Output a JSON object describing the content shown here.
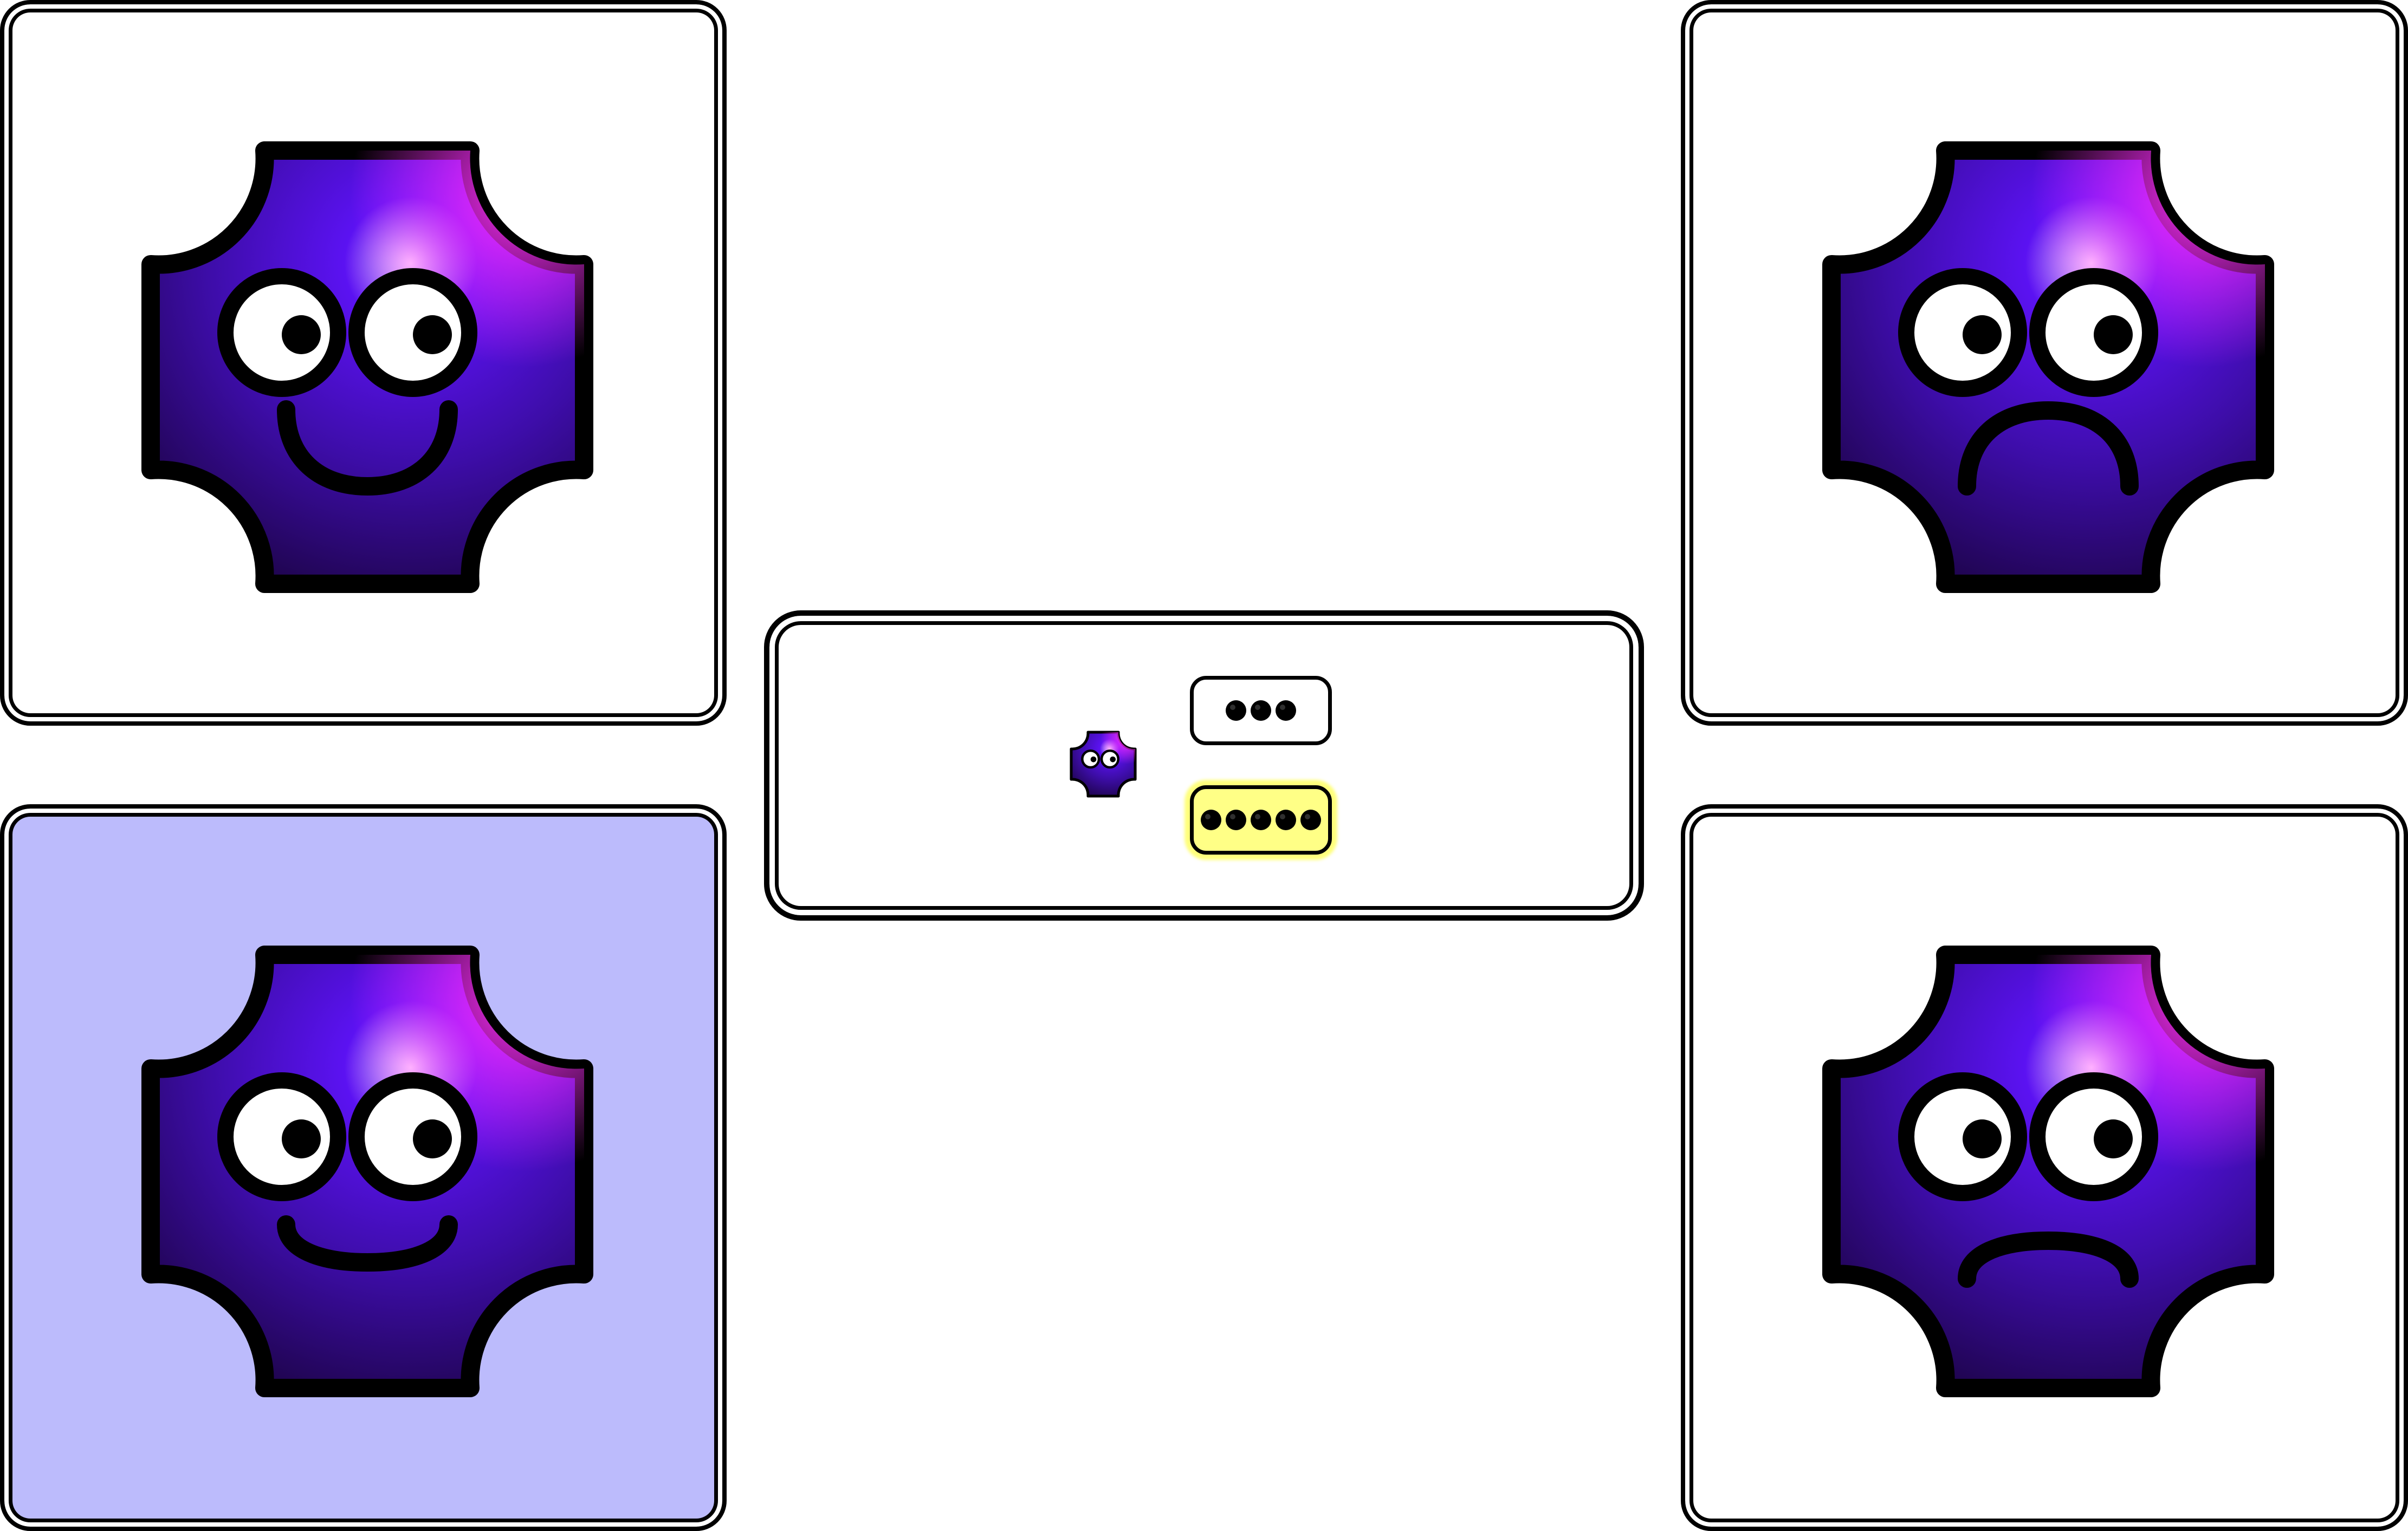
{
  "game": {
    "cards": [
      {
        "id": "card-0",
        "mouth": "smile-big",
        "selected": false
      },
      {
        "id": "card-1",
        "mouth": "smile-small",
        "selected": true
      },
      {
        "id": "card-2",
        "mouth": "frown-big",
        "selected": false
      },
      {
        "id": "card-3",
        "mouth": "frown-small",
        "selected": false
      }
    ],
    "center": {
      "icon": "mini-creature-icon",
      "choices": [
        {
          "dots": 3,
          "highlighted": false
        },
        {
          "dots": 5,
          "highlighted": true
        }
      ]
    },
    "colors": {
      "selected_card_bg": "#bcbbfc",
      "creature_dark": "#1a0340",
      "creature_mid": "#5b12f2",
      "creature_light": "#ff2dff",
      "highlight_yellow": "#ffff86",
      "outline": "#000000"
    }
  }
}
